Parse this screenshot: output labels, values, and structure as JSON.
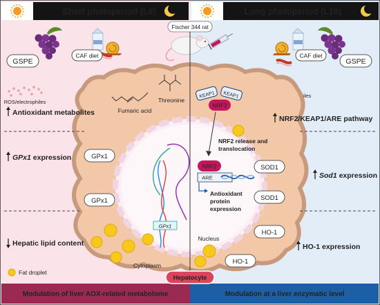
{
  "header": {
    "left_title": "Short photoperiod (L6)",
    "right_title": "Long photoperiod (L18)",
    "rat_label": "Fischer 344 rat"
  },
  "left": {
    "gspe": "GSPE",
    "caf": "CAF diet",
    "ros": "ROS/electrophiles",
    "row1": "Antioxidant metabolites",
    "row2": "GPx1",
    "row2_suffix": " expression",
    "row3": "Hepatic lipid content",
    "legend": "Fat droplet",
    "footer": "Modulation of liver AOX-related metabolome"
  },
  "right": {
    "gspe": "GSPE",
    "caf": "CAF diet",
    "ros": "ROS/electrophiles",
    "row1": "NRF2/KEAP1/ARE pathway",
    "row2": "Sod1",
    "row2_suffix": " expression",
    "row3": "HO-1 expression",
    "footer": "Modulation at a liver enzymatic level"
  },
  "cell": {
    "fumaric": "Fumaric acid",
    "threonine": "Threonine",
    "gpx1_box1": "GPx1",
    "gpx1_box2": "GPx1",
    "gene": "GPx1",
    "nucleus": "Nucleus",
    "cytoplasm": "Cytoplasm",
    "hepatocyte": "Hepatocyte",
    "keap1_a": "KEAP1",
    "keap1_b": "KEAP1",
    "nrf2_top": "NRF2",
    "nrf2_release_1": "NRF2 release and",
    "nrf2_release_2": "translocation",
    "nrf2_bottom": "NRF2",
    "are": "ARE",
    "aox_1": "Antioxidant",
    "aox_2": "protein",
    "aox_3": "expression",
    "sod1_a": "SOD1",
    "sod1_b": "SOD1",
    "ho1_a": "HO-1",
    "ho1_b": "HO-1"
  },
  "colors": {
    "left_bg": "#fbe3ea",
    "right_bg": "#e3edf8",
    "left_footer": "#9b2a52",
    "right_footer": "#1c5fa5",
    "cell_border": "#c79a7d",
    "cell_fill": "#f3c8a8",
    "nrf2": "#c2185b",
    "fat": "#f6c91c"
  },
  "icons": [
    "sun-icon",
    "moon-icon",
    "grape-icon",
    "milk-carton-icon",
    "snail-icon",
    "bacon-icon",
    "rat-icon",
    "syringe-icon",
    "dna-icon",
    "up-arrow-icon",
    "down-arrow-icon"
  ]
}
